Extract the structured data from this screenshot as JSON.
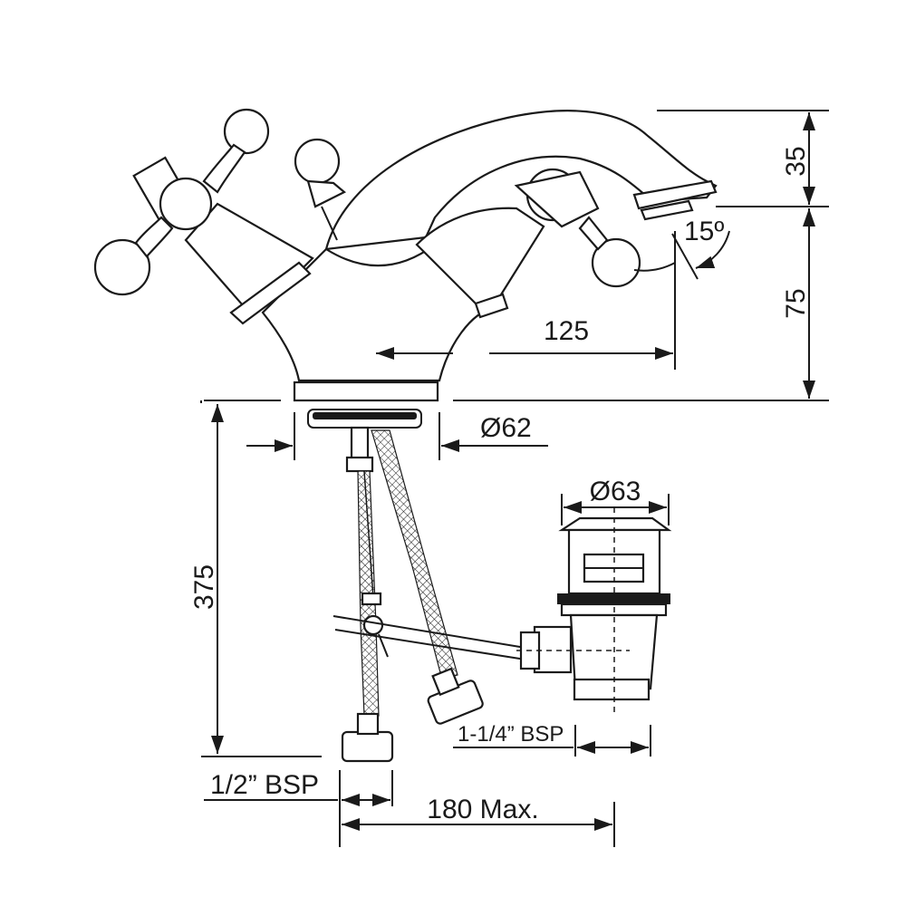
{
  "dimensions": {
    "spout_height_upper": "35",
    "spout_height_lower": "75",
    "spout_angle": "15º",
    "spout_reach": "125",
    "base_diameter": "Ø62",
    "waste_diameter": "Ø63",
    "hose_length": "375",
    "waste_thread": "1-1/4” BSP",
    "supply_thread": "1/2” BSP",
    "max_width": "180 Max."
  },
  "colors": {
    "line": "#1a1a1a",
    "background": "#ffffff"
  }
}
